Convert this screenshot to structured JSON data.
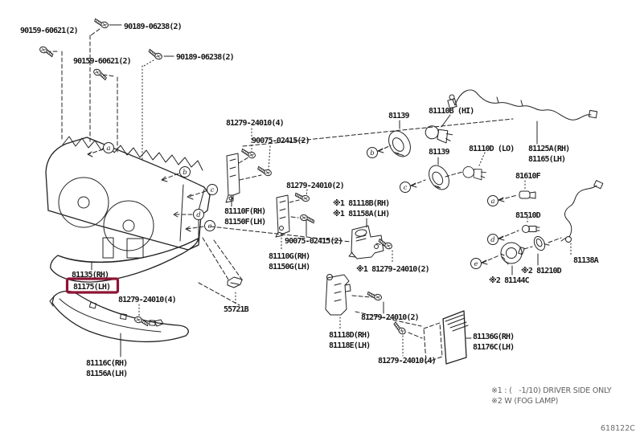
{
  "doc": {
    "code": "618122C",
    "highlight_color": "#8D1535",
    "notes": {
      "n1": "※1 : (   -1/10) DRIVER SIDE ONLY",
      "n2": "※2 W (FOG LAMP)"
    }
  },
  "labels": {
    "screw_90159_a": "90159-60621(2)",
    "screw_90189_a": "90189-06238(2)",
    "screw_90159_b": "90159-60621(2)",
    "screw_90189_b": "90189-06238(2)",
    "p81279_4_a": "81279-24010(4)",
    "p90075_a": "90075-02415(2)",
    "p81110F": "81110F(RH)",
    "p81150F": "81150F(LH)",
    "p81279_2_a": "81279-24010(2)",
    "p90075_b": "90075-02415(2)",
    "p81110G": "81110G(RH)",
    "p81150G": "81150G(LH)",
    "p55721B": "55721B",
    "p81135": "81135(RH)",
    "p81175": "81175(LH)",
    "p81279_4_b": "81279-24010(4)",
    "p81116C": "81116C(RH)",
    "p81156A": "81156A(LH)",
    "p81118B": "※1 81118B(RH)",
    "p81158A": "※1 81158A(LH)",
    "p81279_2_c": "※1 81279-24010(2)",
    "p81118D": "81118D(RH)",
    "p81118E": "81118E(LH)",
    "p81279_2_b": "81279-24010(2)",
    "p81279_4_c": "81279-24010(4)",
    "p81136G": "81136G(RH)",
    "p81176C": "81176C(LH)",
    "p81139_a": "81139",
    "p81110B": "81110B (HI)",
    "p81139_b": "81139",
    "p81110D": "81110D (LO)",
    "p81125A": "81125A(RH)",
    "p81165": "81165(LH)",
    "p81610F": "81610F",
    "p81510D": "81510D",
    "p81138A": "81138A",
    "p81210D": "※2 81210D",
    "p81144C": "※2 81144C"
  },
  "callouts": {
    "left": [
      "a",
      "b",
      "c",
      "d",
      "e"
    ],
    "right": [
      "b",
      "c",
      "a",
      "d",
      "e"
    ]
  }
}
